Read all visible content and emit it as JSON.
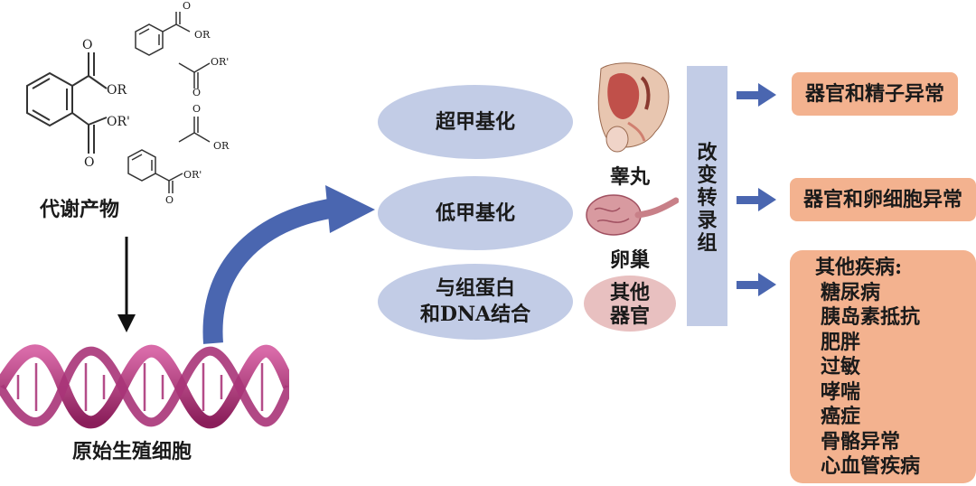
{
  "chem_labels": {
    "phthalate_r": "OR",
    "phthalate_r2": "OR'",
    "phthalate_o": "O",
    "phthalate_o2": "O",
    "benzoate_r": "OR",
    "benzoate_o": "O",
    "acetate_r2": "OR'",
    "acetate_o": "O",
    "acetate2_r": "OR",
    "acetate2_o": "O",
    "benzoate2_r2": "OR'",
    "benzoate2_o": "O"
  },
  "metabolites_label": "代谢产物",
  "germ_cell_label": "原始生殖细胞",
  "mechanisms": [
    {
      "line1": "超甲基化",
      "line2": ""
    },
    {
      "line1": "低甲基化",
      "line2": ""
    },
    {
      "line1": "与组蛋白",
      "line2": "和DNA结合"
    }
  ],
  "organs": {
    "testis": "睾丸",
    "ovary": "卵巢",
    "other_line1": "其他",
    "other_line2": "器官"
  },
  "transcriptome": [
    "改",
    "变",
    "转",
    "录",
    "组"
  ],
  "outcomes": {
    "sperm": "器官和精子异常",
    "egg": "器官和卵细胞异常",
    "other_title": "其他疾病:",
    "other_list": [
      "糖尿病",
      "胰岛素抵抗",
      "肥胖",
      "过敏",
      "哮喘",
      "癌症",
      "骨骼异常",
      "心血管疾病"
    ]
  },
  "colors": {
    "mechanism_fill": "#c2cce6",
    "arrow_blue": "#4a66b0",
    "outcome_fill": "#f3b28f",
    "dna_magenta": "#b0307a",
    "other_organ_fill": "#e8c0c0"
  }
}
